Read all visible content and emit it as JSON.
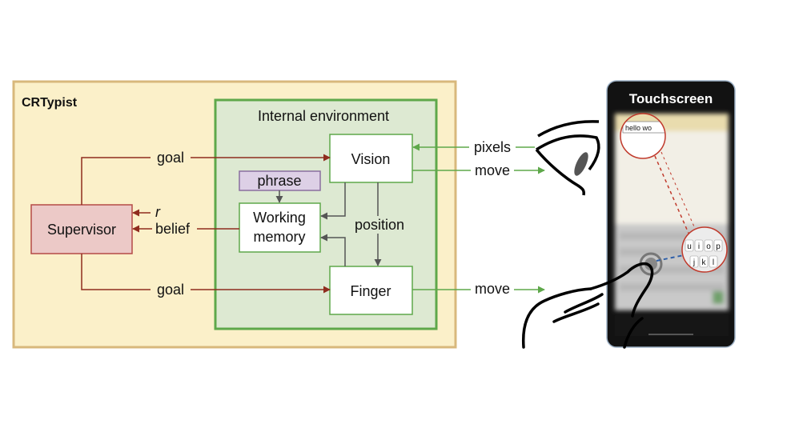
{
  "outer_box": {
    "title": "CRTypist"
  },
  "internal_env": {
    "title": "Internal environment"
  },
  "modules": {
    "vision": "Vision",
    "phrase": "phrase",
    "working_memory_line1": "Working",
    "working_memory_line2": "memory",
    "finger": "Finger",
    "supervisor": "Supervisor"
  },
  "edges": {
    "goal_top": "goal",
    "goal_bottom": "goal",
    "r": "r",
    "belief": "belief",
    "position": "position",
    "pixels": "pixels",
    "move_vision": "move",
    "move_finger": "move"
  },
  "phone": {
    "title": "Touchscreen",
    "input_text": "hello wo",
    "zoom_keys_top": [
      "u",
      "i",
      "o",
      "p"
    ],
    "zoom_keys_bottom": [
      "j",
      "k",
      "l"
    ]
  },
  "colors": {
    "outer_fill": "#fbf0c9",
    "outer_stroke": "#d8b87c",
    "env_fill": "#dde9d2",
    "env_stroke": "#5ea84a",
    "supervisor_fill": "#ecc9c7",
    "supervisor_stroke": "#b44a47",
    "phrase_fill": "#ddd0e6",
    "phrase_stroke": "#8a6f9f",
    "red_arrow": "#8f2c1e",
    "green_arrow": "#5ea84a",
    "gray_arrow": "#555555",
    "phone_body": "#121212",
    "focus_circle": "#c0392b"
  }
}
